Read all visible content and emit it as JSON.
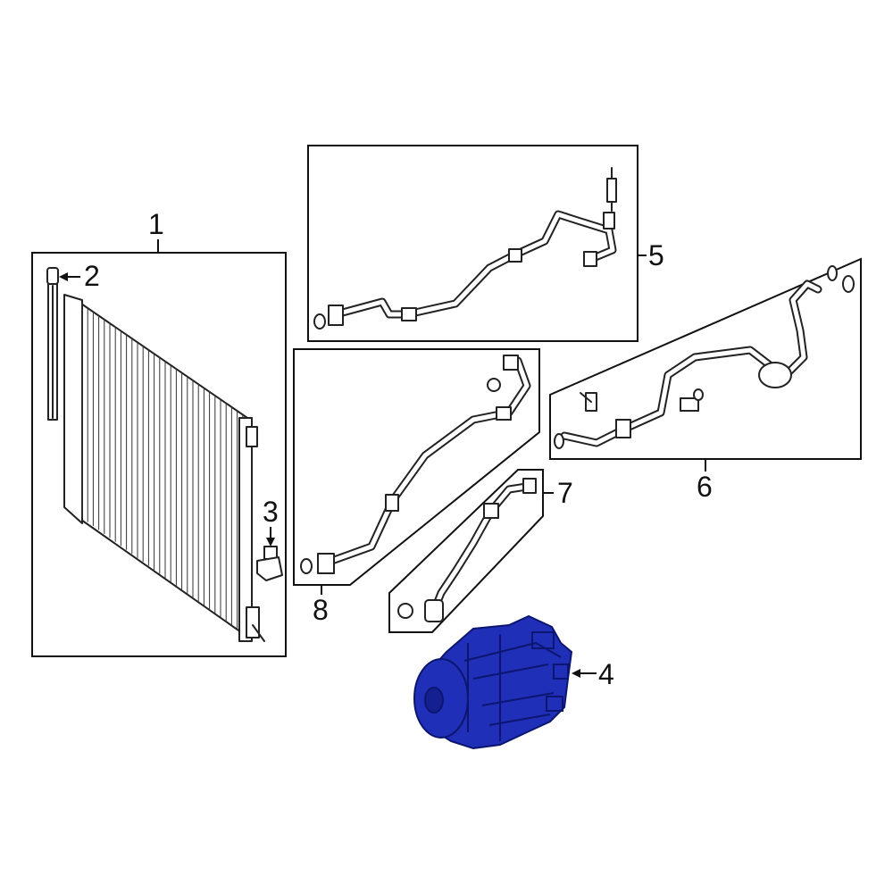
{
  "diagram": {
    "callouts": [
      {
        "id": "1",
        "label": "1",
        "part": "condenser"
      },
      {
        "id": "2",
        "label": "2",
        "part": "receiver-drier"
      },
      {
        "id": "3",
        "label": "3",
        "part": "pressure-switch"
      },
      {
        "id": "4",
        "label": "4",
        "part": "compressor"
      },
      {
        "id": "5",
        "label": "5",
        "part": "discharge-line"
      },
      {
        "id": "6",
        "label": "6",
        "part": "suction-line"
      },
      {
        "id": "7",
        "label": "7",
        "part": "liquid-line"
      },
      {
        "id": "8",
        "label": "8",
        "part": "condenser-line"
      }
    ],
    "colors": {
      "line": "#222222",
      "frame": "#111111",
      "highlight": "#1f2fb8",
      "highlight_dark": "#0c1670",
      "background": "#ffffff"
    }
  }
}
